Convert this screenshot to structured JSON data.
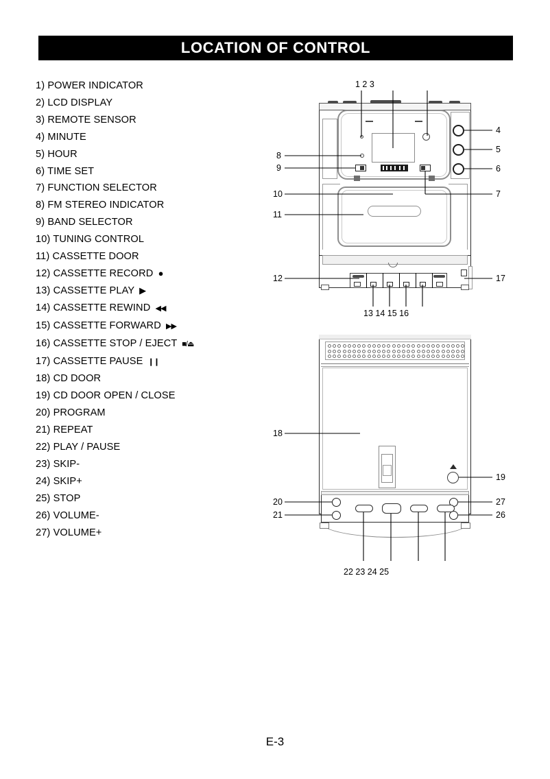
{
  "header": {
    "title": "LOCATION OF CONTROL"
  },
  "footer": {
    "page_label": "E-3"
  },
  "controls": [
    {
      "num": "1)",
      "label": "POWER INDICATOR",
      "symbol": ""
    },
    {
      "num": "2)",
      "label": "LCD DISPLAY",
      "symbol": ""
    },
    {
      "num": "3)",
      "label": "REMOTE SENSOR",
      "symbol": ""
    },
    {
      "num": "4)",
      "label": "MINUTE",
      "symbol": ""
    },
    {
      "num": "5)",
      "label": "HOUR",
      "symbol": ""
    },
    {
      "num": "6)",
      "label": "TIME SET",
      "symbol": ""
    },
    {
      "num": "7)",
      "label": "FUNCTION SELECTOR",
      "symbol": ""
    },
    {
      "num": "8)",
      "label": "FM STEREO INDICATOR",
      "symbol": ""
    },
    {
      "num": "9)",
      "label": "BAND SELECTOR",
      "symbol": ""
    },
    {
      "num": "10)",
      "label": "TUNING CONTROL",
      "symbol": ""
    },
    {
      "num": "11)",
      "label": "CASSETTE DOOR",
      "symbol": ""
    },
    {
      "num": "12)",
      "label": "CASSETTE RECORD",
      "symbol": "●"
    },
    {
      "num": "13)",
      "label": "CASSETTE PLAY",
      "symbol": "▶"
    },
    {
      "num": "14)",
      "label": "CASSETTE REWIND",
      "symbol": "◀◀"
    },
    {
      "num": "15)",
      "label": "CASSETTE FORWARD",
      "symbol": "▶▶"
    },
    {
      "num": "16)",
      "label": "CASSETTE STOP / EJECT",
      "symbol": "■/⏏"
    },
    {
      "num": "17)",
      "label": "CASSETTE PAUSE",
      "symbol": "❙❙"
    },
    {
      "num": "18)",
      "label": "CD DOOR",
      "symbol": ""
    },
    {
      "num": "19)",
      "label": "CD DOOR OPEN / CLOSE",
      "symbol": ""
    },
    {
      "num": "20)",
      "label": "PROGRAM",
      "symbol": ""
    },
    {
      "num": "21)",
      "label": "REPEAT",
      "symbol": ""
    },
    {
      "num": "22)",
      "label": "PLAY / PAUSE",
      "symbol": ""
    },
    {
      "num": "23)",
      "label": "SKIP-",
      "symbol": ""
    },
    {
      "num": "24)",
      "label": "SKIP+",
      "symbol": ""
    },
    {
      "num": "25)",
      "label": "STOP",
      "symbol": ""
    },
    {
      "num": "26)",
      "label": "VOLUME-",
      "symbol": ""
    },
    {
      "num": "27)",
      "label": "VOLUME+",
      "symbol": ""
    }
  ],
  "top_diagram": {
    "callouts": {
      "top_group": "1 2 3",
      "right_4": "4",
      "right_5": "5",
      "right_6": "6",
      "right_7": "7",
      "left_8": "8",
      "left_9": "9",
      "left_10": "10",
      "left_11": "11",
      "left_12": "12",
      "right_17": "17",
      "bottom_group": "13 14 15 16"
    }
  },
  "bottom_diagram": {
    "callouts": {
      "left_18": "18",
      "right_19": "19",
      "left_20": "20",
      "left_21": "21",
      "right_27": "27",
      "right_26": "26",
      "bottom_group": "22 23 24 25"
    }
  },
  "colors": {
    "header_bg": "#000000",
    "header_text": "#ffffff",
    "page_bg": "#ffffff",
    "line": "#000000",
    "device_outline": "#2b2b2b"
  }
}
